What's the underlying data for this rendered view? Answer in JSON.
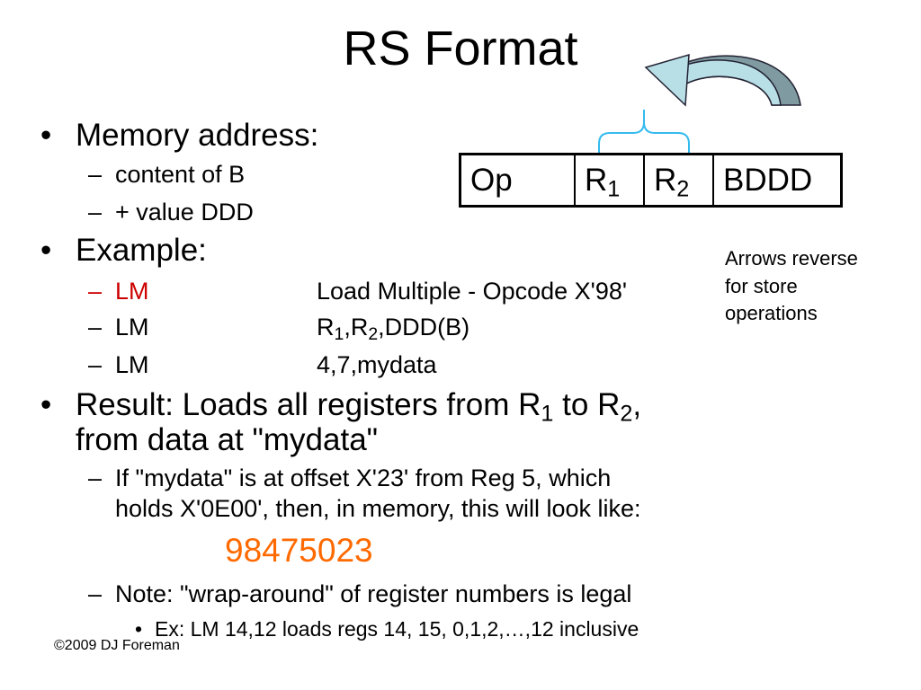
{
  "title": "RS Format",
  "bullets": {
    "memory": {
      "label": "Memory address:",
      "subs": [
        "content of B",
        "+ value DDD"
      ]
    },
    "example": {
      "label": "Example:",
      "rows": [
        {
          "op": "LM",
          "text": "Load Multiple - Opcode X'98'"
        },
        {
          "op": "LM",
          "r": "R",
          "one": "1",
          "comma": ",R",
          "two": "2",
          "rest": ",DDD(B)"
        },
        {
          "op": "LM",
          "text": "4,7,mydata"
        }
      ]
    },
    "result": {
      "part1": "Result: Loads all registers from R",
      "sub1": "1",
      "part2": " to R",
      "sub2": "2",
      "part3": ",",
      "line2": "from data at \"mydata\"",
      "if_line1": "If \"mydata\" is at offset X'23' from Reg 5, which",
      "if_line2": "holds X'0E00', then, in memory, this will look like:",
      "value": "98475023",
      "note": "Note: \"wrap-around\" of register numbers is legal",
      "ex": "Ex: LM   14,12  loads regs 14, 15, 0,1,2,…,12 inclusive"
    }
  },
  "format_table": {
    "op": "Op",
    "r1": "R",
    "r1_sub": "1",
    "r2": "R",
    "r2_sub": "2",
    "bddd": "BDDD"
  },
  "side_note": "Arrows reverse for store operations",
  "footer": "©2009 DJ Foreman",
  "colors": {
    "accent_red": "#cc0000",
    "accent_orange": "#ff6a00",
    "arrow_fill": "#b9dfe6",
    "arrow_shadow": "#7f9aa0",
    "bracket": "#33bbee"
  }
}
